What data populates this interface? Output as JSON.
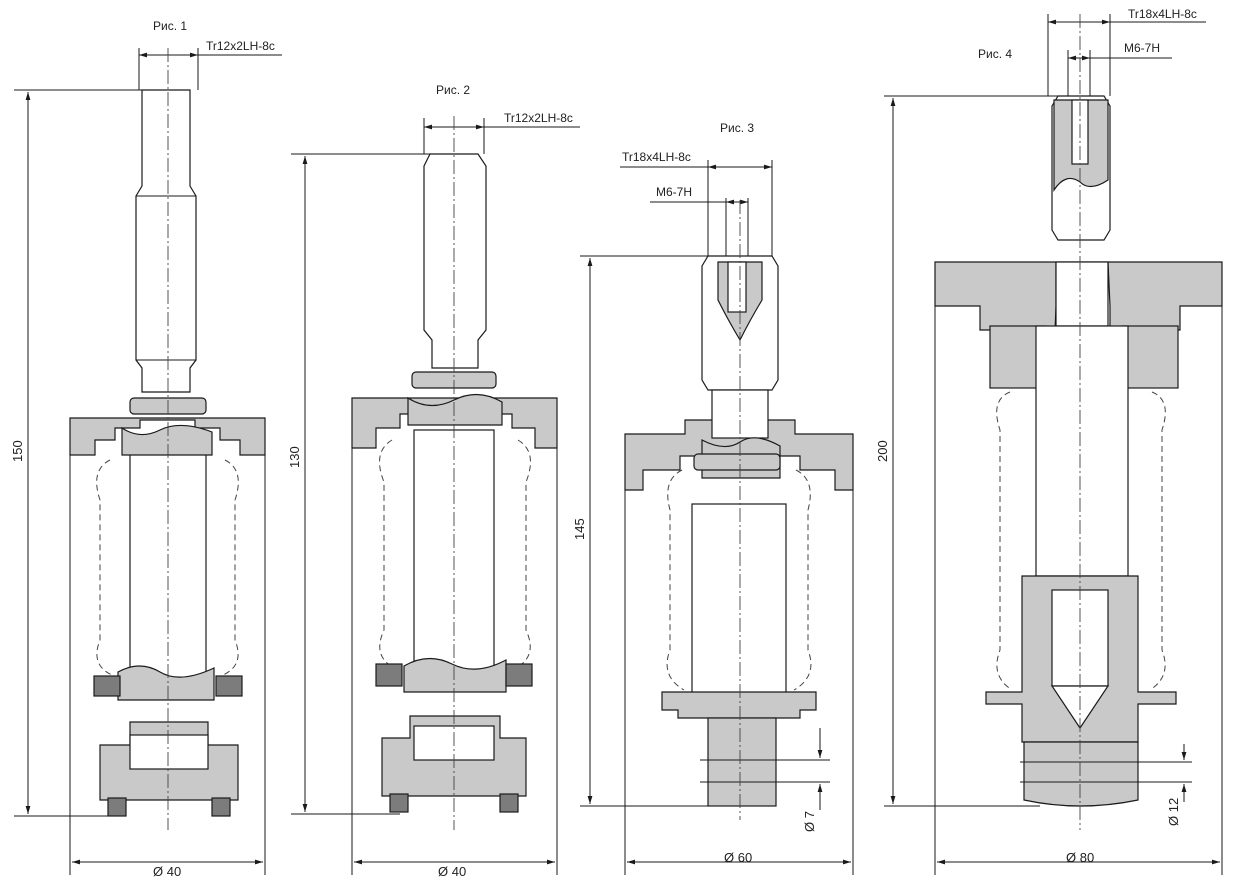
{
  "figures": [
    {
      "id": "fig1",
      "caption": "Рис. 1",
      "thread": "Tr12x2LH-8c",
      "height_dim": "150",
      "diameter_dim": "Ø 40"
    },
    {
      "id": "fig2",
      "caption": "Рис. 2",
      "thread": "Tr12x2LH-8c",
      "height_dim": "130",
      "diameter_dim": "Ø 40"
    },
    {
      "id": "fig3",
      "caption": "Рис. 3",
      "thread": "Tr18x4LH-8c",
      "inner_thread": "M6-7H",
      "height_dim": "145",
      "diameter_dim": "Ø 60",
      "shaft_dim": "Ø 7"
    },
    {
      "id": "fig4",
      "caption": "Рис. 4",
      "thread": "Tr18x4LH-8c",
      "inner_thread": "M6-7H",
      "height_dim": "200",
      "diameter_dim": "Ø 80",
      "shaft_dim": "Ø 12"
    }
  ],
  "colors": {
    "line": "#1a1a1a",
    "hatch_fill": "#c9c9c9",
    "dark_fill": "#7c7c7c",
    "background": "#ffffff"
  }
}
